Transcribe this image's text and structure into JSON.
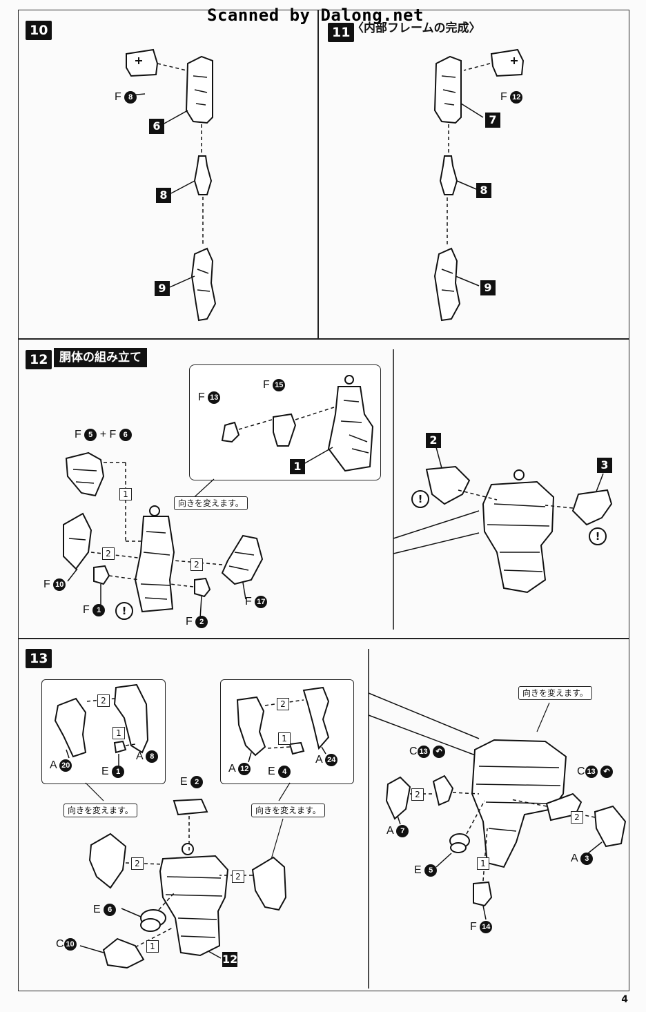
{
  "watermark": "Scanned by Dalong.net",
  "page_number": "4",
  "steps": {
    "s10": {
      "num": "10",
      "f_label": "F",
      "f_num": "8",
      "parts": [
        "6",
        "8",
        "9"
      ]
    },
    "s11": {
      "num": "11",
      "title": "〈内部フレームの完成〉",
      "f_label": "F",
      "f_num": "12",
      "parts": [
        "7",
        "8",
        "9"
      ]
    },
    "s12": {
      "num": "12",
      "title": "胴体の組み立て",
      "callout": "向きを変えます。",
      "inset": {
        "f13": "13",
        "f15": "15",
        "part": "1"
      },
      "labels": {
        "f5": "5",
        "plus": "+",
        "f6": "6",
        "f10": "10",
        "f1": "1",
        "f2": "2",
        "f17": "17",
        "f": "F"
      },
      "order": [
        "1",
        "2",
        "2"
      ],
      "right": {
        "part2": "2",
        "part3": "3",
        "warn": "!"
      }
    },
    "s13": {
      "num": "13",
      "callout": "向きを変えます。",
      "left_inset": {
        "a20": "20",
        "e1": "1",
        "a8": "8",
        "o2": "2",
        "o1": "1"
      },
      "mid_inset": {
        "a12": "12",
        "e4": "4",
        "a24": "24",
        "o2": "2",
        "o1": "1"
      },
      "main": {
        "e2": "2",
        "e6": "6",
        "c10": "10",
        "part12": "12",
        "o2a": "2",
        "o2b": "2",
        "o1": "1"
      },
      "right": {
        "c13a": "13",
        "c13b": "13",
        "a7": "7",
        "a3": "3",
        "e5": "5",
        "f14": "14",
        "o2a": "2",
        "o2b": "2",
        "o1": "1"
      },
      "letters": {
        "A": "A",
        "E": "E",
        "C": "C",
        "F": "F"
      }
    }
  },
  "colors": {
    "ink": "#111111",
    "paper": "#fbfbfb"
  }
}
